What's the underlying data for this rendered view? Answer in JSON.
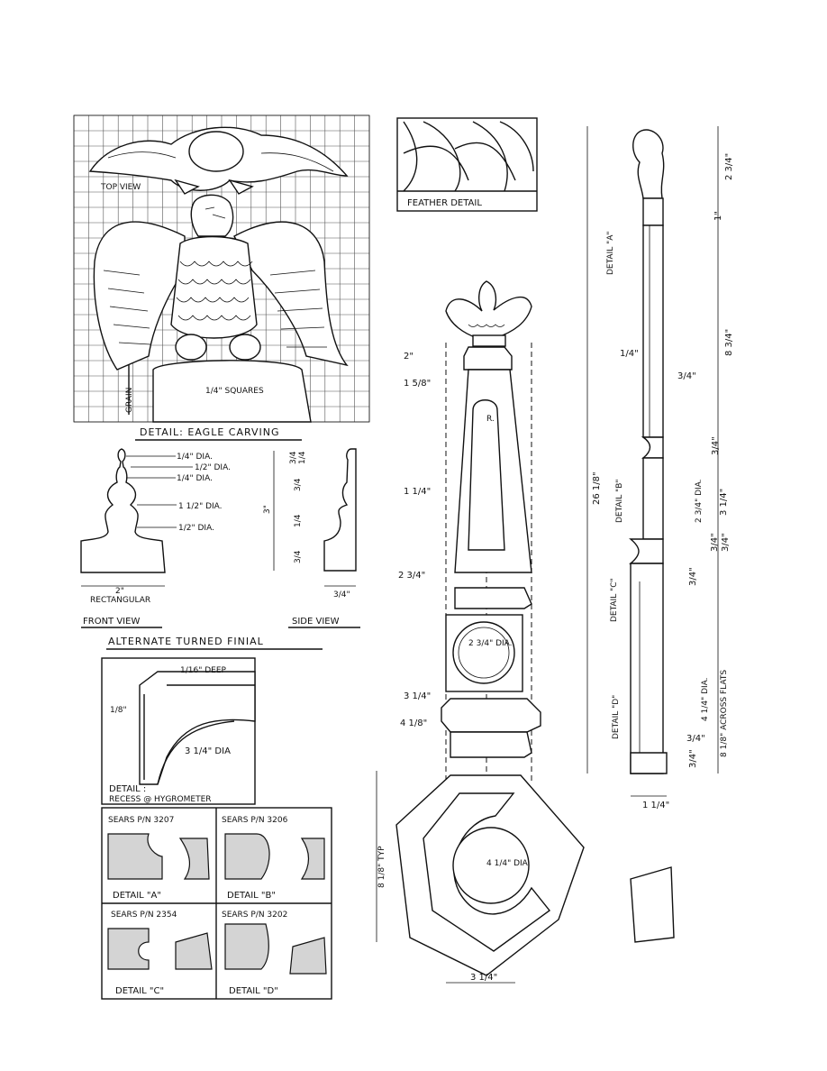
{
  "eagle": {
    "top_view": "TOP VIEW",
    "squares": "1/4\" SQUARES",
    "grain": "GRAIN",
    "title": "DETAIL: EAGLE CARVING"
  },
  "feather": {
    "title": "FEATHER DETAIL"
  },
  "finial": {
    "dim_dia_top": "1/4\" DIA.",
    "dim_dia_half": "1/2\" DIA.",
    "dim_dia_quarter": "1/4\" DIA.",
    "dim_dia_1half": "1 1/2\" DIA.",
    "dim_dia_half2": "1/2\" DIA.",
    "dim_width": "2\"",
    "dim_rect": "RECTANGULAR",
    "dim_height": "3\"",
    "side_a": "3/4",
    "side_b": "1/4",
    "side_c": "3/4",
    "side_d": "1/4",
    "side_e": "3/4",
    "side_width": "3/4\"",
    "front_view": "FRONT VIEW",
    "side_view": "SIDE VIEW",
    "title": "ALTERNATE TURNED FINIAL"
  },
  "recess": {
    "deep": "1/16\" DEEP",
    "side": "1/8\"",
    "dia": "3 1/4\" DIA",
    "detail": "DETAIL :",
    "desc": "RECESS @ HYGROMETER"
  },
  "moldings": [
    {
      "part": "SEARS P/N 3207",
      "detail": "DETAIL \"A\""
    },
    {
      "part": "SEARS P/N 3206",
      "detail": "DETAIL \"B\""
    },
    {
      "part": "SEARS P/N 2354",
      "detail": "DETAIL \"C\""
    },
    {
      "part": "SEARS P/N 3202",
      "detail": "DETAIL \"D\""
    }
  ],
  "assembly": {
    "d_2": "2\"",
    "d_1_5_8": "1 5/8\"",
    "d_r": "R.",
    "d_1_1_4": "1 1/4\"",
    "d_2_3_4": "2 3/4\"",
    "d_dia": "2 3/4\" DIA.",
    "d_3_1_4": "3 1/4\"",
    "d_4_1_8": "4 1/8\"",
    "d_base_typ": "8 1/8\" TYP",
    "d_base_dia": "4 1/4\" DIA.",
    "d_base_w": "3 1/4\""
  },
  "section": {
    "total": "26 1/8\"",
    "d_top": "2 3/4\"",
    "d_1": "1\"",
    "d_8_3_4": "8 3/4\"",
    "d_1_4": "1/4\"",
    "d_3_4a": "3/4\"",
    "d_3_4b": "3/4\"",
    "d_dia": "2 3/4\" DIA.",
    "d_3_1_4": "3 1/4\"",
    "d_3_4c": "3/4\"",
    "d_3_4d": "3/4\"",
    "d_3_4e": "3/4\"",
    "d_4_1_4": "4 1/4\" DIA.",
    "d_flats": "8 1/8\" ACROSS FLATS",
    "d_3_4f": "3/4\"",
    "d_3_4g": "3/4\"",
    "d_bottom": "1 1/4\"",
    "detail_a": "DETAIL \"A\"",
    "detail_b": "DETAIL \"B\"",
    "detail_c": "DETAIL \"C\"",
    "detail_d": "DETAIL \"D\""
  }
}
